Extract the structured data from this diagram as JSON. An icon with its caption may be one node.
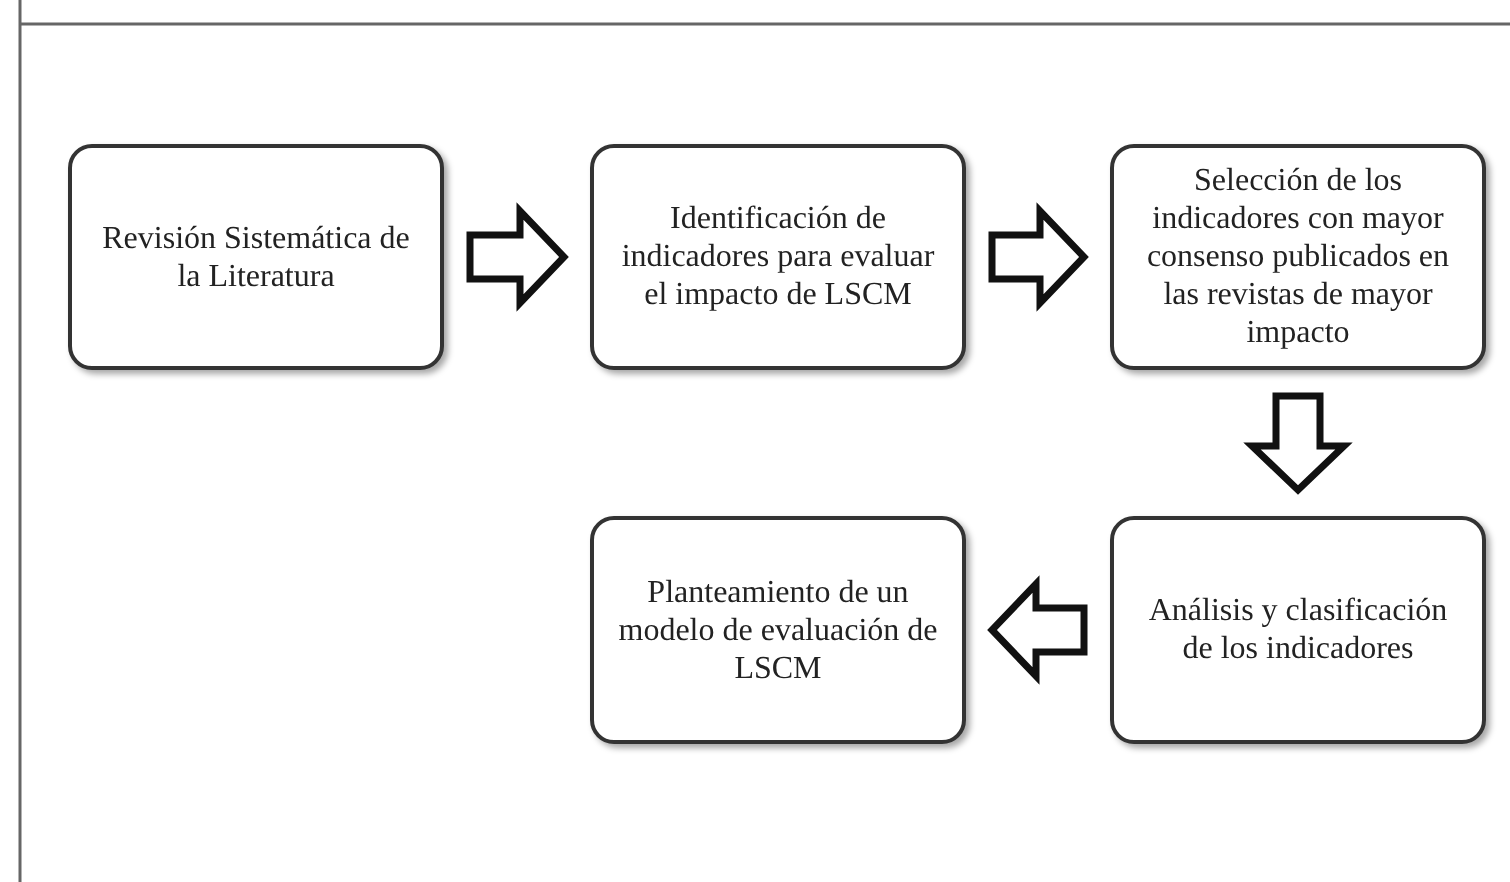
{
  "diagram": {
    "nodes": [
      {
        "text": [
          "Revisión Sistemática de la Literatura"
        ]
      },
      {
        "text": [
          "Identificación de indicadores para evaluar el impacto de LSCM"
        ]
      },
      {
        "text": [
          "Selección de los indicadores con mayor consenso publicados en las revistas de mayor impacto"
        ]
      },
      {
        "text": [
          "Planteamiento de un modelo de evaluación de LSCM"
        ]
      },
      {
        "text": [
          "Análisis y clasificación de los indicadores"
        ]
      }
    ],
    "edges": [
      {
        "from": 0,
        "to": 1,
        "arrow": "to"
      },
      {
        "from": 1,
        "to": 2,
        "arrow": "to"
      },
      {
        "from": 2,
        "to": 4,
        "arrow": "to"
      },
      {
        "from": 4,
        "to": 3,
        "arrow": "to"
      }
    ]
  }
}
